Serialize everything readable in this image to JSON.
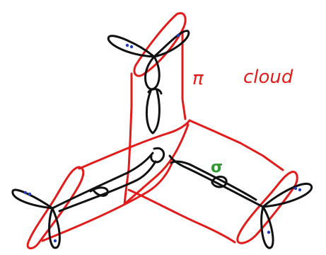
{
  "labels": {
    "pi_symbol": "π",
    "cloud": "cloud",
    "sigma": "σ"
  },
  "colors": {
    "ink": "#111111",
    "pi_outline": "#e21b1b",
    "sigma_label": "#2f9a2f",
    "electron_dot": "#1f3fb8"
  }
}
